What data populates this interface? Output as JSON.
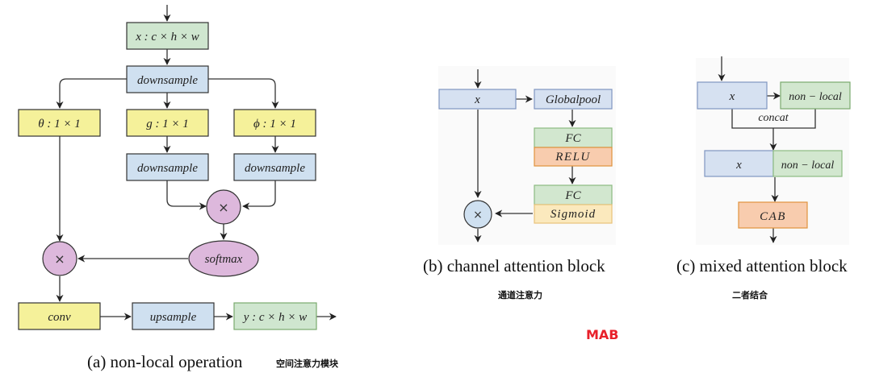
{
  "colors": {
    "green": "#cfe6cf",
    "green_border": "#7aaa6e",
    "blue": "#cfe0f0",
    "blue_border": "#6b86b3",
    "yellow": "#f5f19a",
    "purple": "#ddb8dc",
    "orange": "#f8ccae",
    "orange_border": "#e0923c",
    "light_yellow": "#fbe9bd",
    "circle_blue": "#cfe0f0",
    "panel_bg": "#fafafa",
    "mab_red": "#e8202a"
  },
  "panel_a": {
    "input": "x : c × h × w",
    "downsample_top": "downsample",
    "theta": "θ : 1 × 1",
    "g": "g : 1 × 1",
    "phi": "ϕ : 1 × 1",
    "downsample_g": "downsample",
    "downsample_phi": "downsample",
    "multiply_top": "×",
    "softmax": "softmax",
    "multiply_left": "×",
    "conv": "conv",
    "upsample": "upsample",
    "output": "y : c × h × w",
    "caption": "(a) non-local operation",
    "caption_cn": "空间注意力模块"
  },
  "panel_b": {
    "input": "x",
    "globalpool": "Globalpool",
    "fc1": "FC",
    "relu": "RELU",
    "fc2": "FC",
    "sigmoid": "Sigmoid",
    "multiply": "×",
    "caption": "(b) channel attention block",
    "caption_cn": "通道注意力"
  },
  "panel_c": {
    "input": "x",
    "nonlocal_top": "non − local",
    "concat": "concat",
    "x_concat": "x",
    "nonlocal_concat": "non − local",
    "cab": "CAB",
    "caption": "(c) mixed attention block",
    "caption_cn": "二者结合"
  },
  "footer_label": "MAB"
}
